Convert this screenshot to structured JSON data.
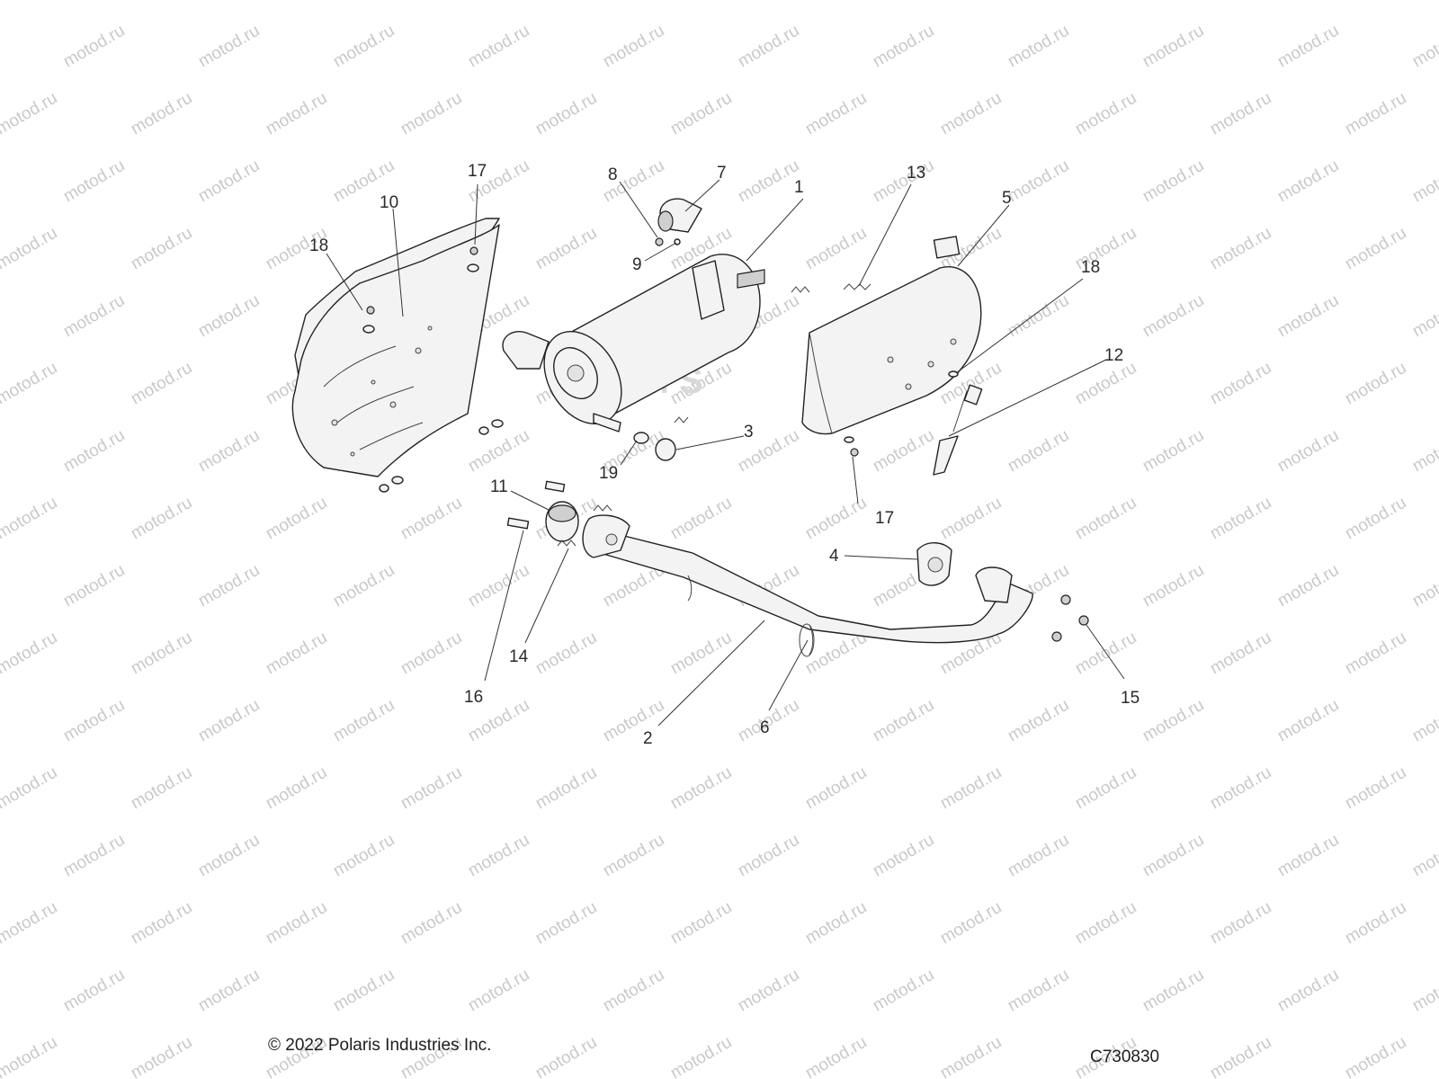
{
  "watermark": {
    "text": "motod.ru"
  },
  "center_watermark": {
    "text": "DEM          S"
  },
  "callouts": [
    {
      "id": "1",
      "label": "1"
    },
    {
      "id": "2",
      "label": "2"
    },
    {
      "id": "3",
      "label": "3"
    },
    {
      "id": "4",
      "label": "4"
    },
    {
      "id": "5",
      "label": "5"
    },
    {
      "id": "6",
      "label": "6"
    },
    {
      "id": "7",
      "label": "7"
    },
    {
      "id": "8",
      "label": "8"
    },
    {
      "id": "9",
      "label": "9"
    },
    {
      "id": "10",
      "label": "10"
    },
    {
      "id": "11",
      "label": "11"
    },
    {
      "id": "12",
      "label": "12"
    },
    {
      "id": "13",
      "label": "13"
    },
    {
      "id": "14",
      "label": "14"
    },
    {
      "id": "15",
      "label": "15"
    },
    {
      "id": "16",
      "label": "16"
    },
    {
      "id": "17a",
      "label": "17"
    },
    {
      "id": "17b",
      "label": "17"
    },
    {
      "id": "18a",
      "label": "18"
    },
    {
      "id": "18b",
      "label": "18"
    },
    {
      "id": "19",
      "label": "19"
    }
  ],
  "footer": {
    "copyright": "© 2022 Polaris Industries Inc.",
    "drawing_code": "C730830"
  },
  "colors": {
    "line": "#222222",
    "watermark": "#c9c9c9",
    "background": "#ffffff"
  }
}
